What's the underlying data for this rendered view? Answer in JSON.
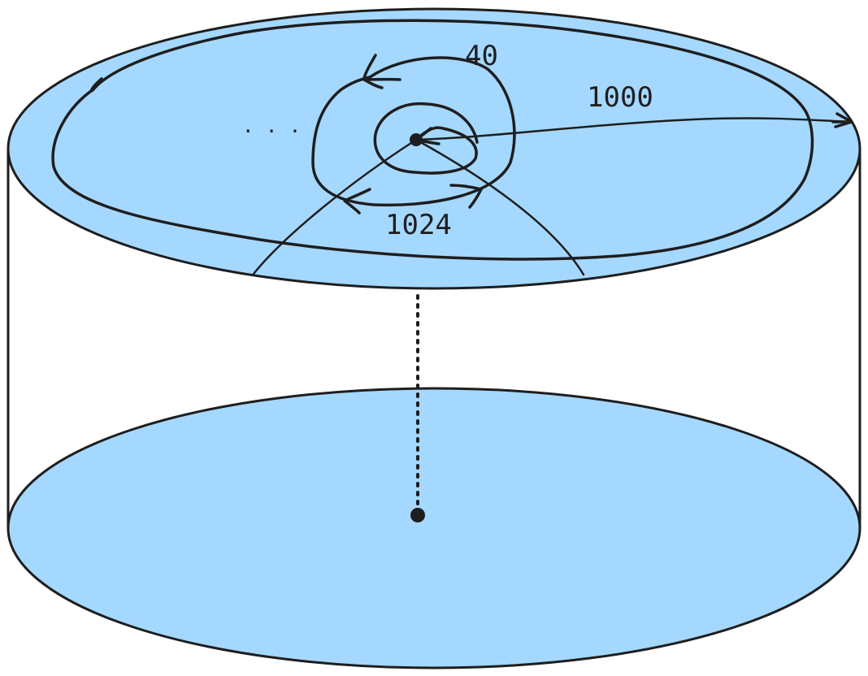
{
  "colors": {
    "fill": "#a5d8ff",
    "stroke": "#1e1e1e",
    "background": "#ffffff"
  },
  "labels": {
    "turn_width": "40",
    "radius": "1000",
    "turns": "1024",
    "ellipsis": ". . ."
  }
}
